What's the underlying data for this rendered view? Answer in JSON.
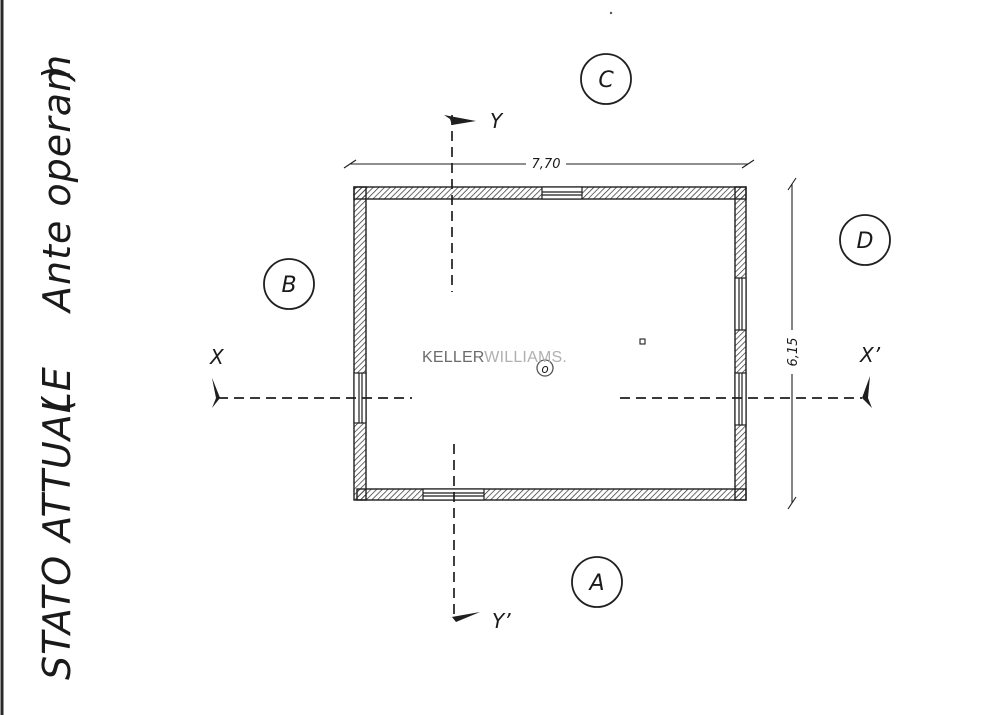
{
  "title": {
    "main": "STATO ATTUALE",
    "paren_open": "(",
    "sub": "Ante operam",
    "paren_close": ")"
  },
  "dimensions": {
    "width": "7,70",
    "depth": "6,15"
  },
  "section_marks": {
    "x": "X",
    "x_prime": "X’",
    "y": "Y",
    "y_prime": "Y’"
  },
  "facades": {
    "a": "A",
    "b": "B",
    "c": "C",
    "d": "D"
  },
  "center_mark": "o",
  "watermark": {
    "part1": "KELLER",
    "part2": "WILLIAMS."
  }
}
